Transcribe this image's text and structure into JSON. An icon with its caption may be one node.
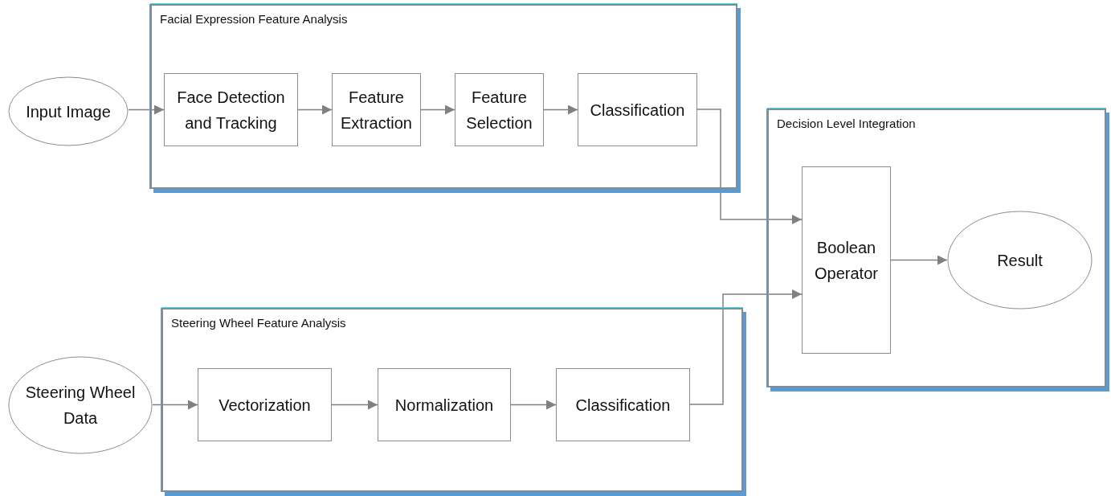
{
  "diagram": {
    "nodes": [
      {
        "text": [
          "Input Image"
        ]
      },
      {
        "text": [
          "Facial Expression Feature Analysis"
        ]
      },
      {
        "text": [
          "Face Detection and Tracking"
        ],
        "in": 1
      },
      {
        "text": [
          "Feature Extraction"
        ],
        "in": 1
      },
      {
        "text": [
          "Feature Selection"
        ],
        "in": 1
      },
      {
        "text": [
          "Classification"
        ],
        "in": 1
      },
      {
        "text": [
          "Decision Level Integration"
        ]
      },
      {
        "text": [
          "Boolean Operator"
        ],
        "in": 6
      },
      {
        "text": [
          "Result"
        ],
        "in": 6
      },
      {
        "text": [
          "Steering Wheel Data"
        ]
      },
      {
        "text": [
          "Steering Wheel Feature Analysis"
        ]
      },
      {
        "text": [
          "Vectorization"
        ],
        "in": 10
      },
      {
        "text": [
          "Normalization"
        ],
        "in": 10
      },
      {
        "text": [
          "Classification"
        ],
        "in": 10
      }
    ],
    "edges": [
      {
        "from": 0,
        "to": 2,
        "arrow": "to"
      },
      {
        "from": 2,
        "to": 3,
        "arrow": "to"
      },
      {
        "from": 3,
        "to": 4,
        "arrow": "to"
      },
      {
        "from": 4,
        "to": 5,
        "arrow": "to"
      },
      {
        "from": 5,
        "to": 7,
        "arrow": "to"
      },
      {
        "from": 9,
        "to": 11,
        "arrow": "to"
      },
      {
        "from": 11,
        "to": 12,
        "arrow": "to"
      },
      {
        "from": 12,
        "to": 13,
        "arrow": "to"
      },
      {
        "from": 13,
        "to": 7,
        "arrow": "to"
      },
      {
        "from": 7,
        "to": 8,
        "arrow": "to"
      }
    ]
  }
}
